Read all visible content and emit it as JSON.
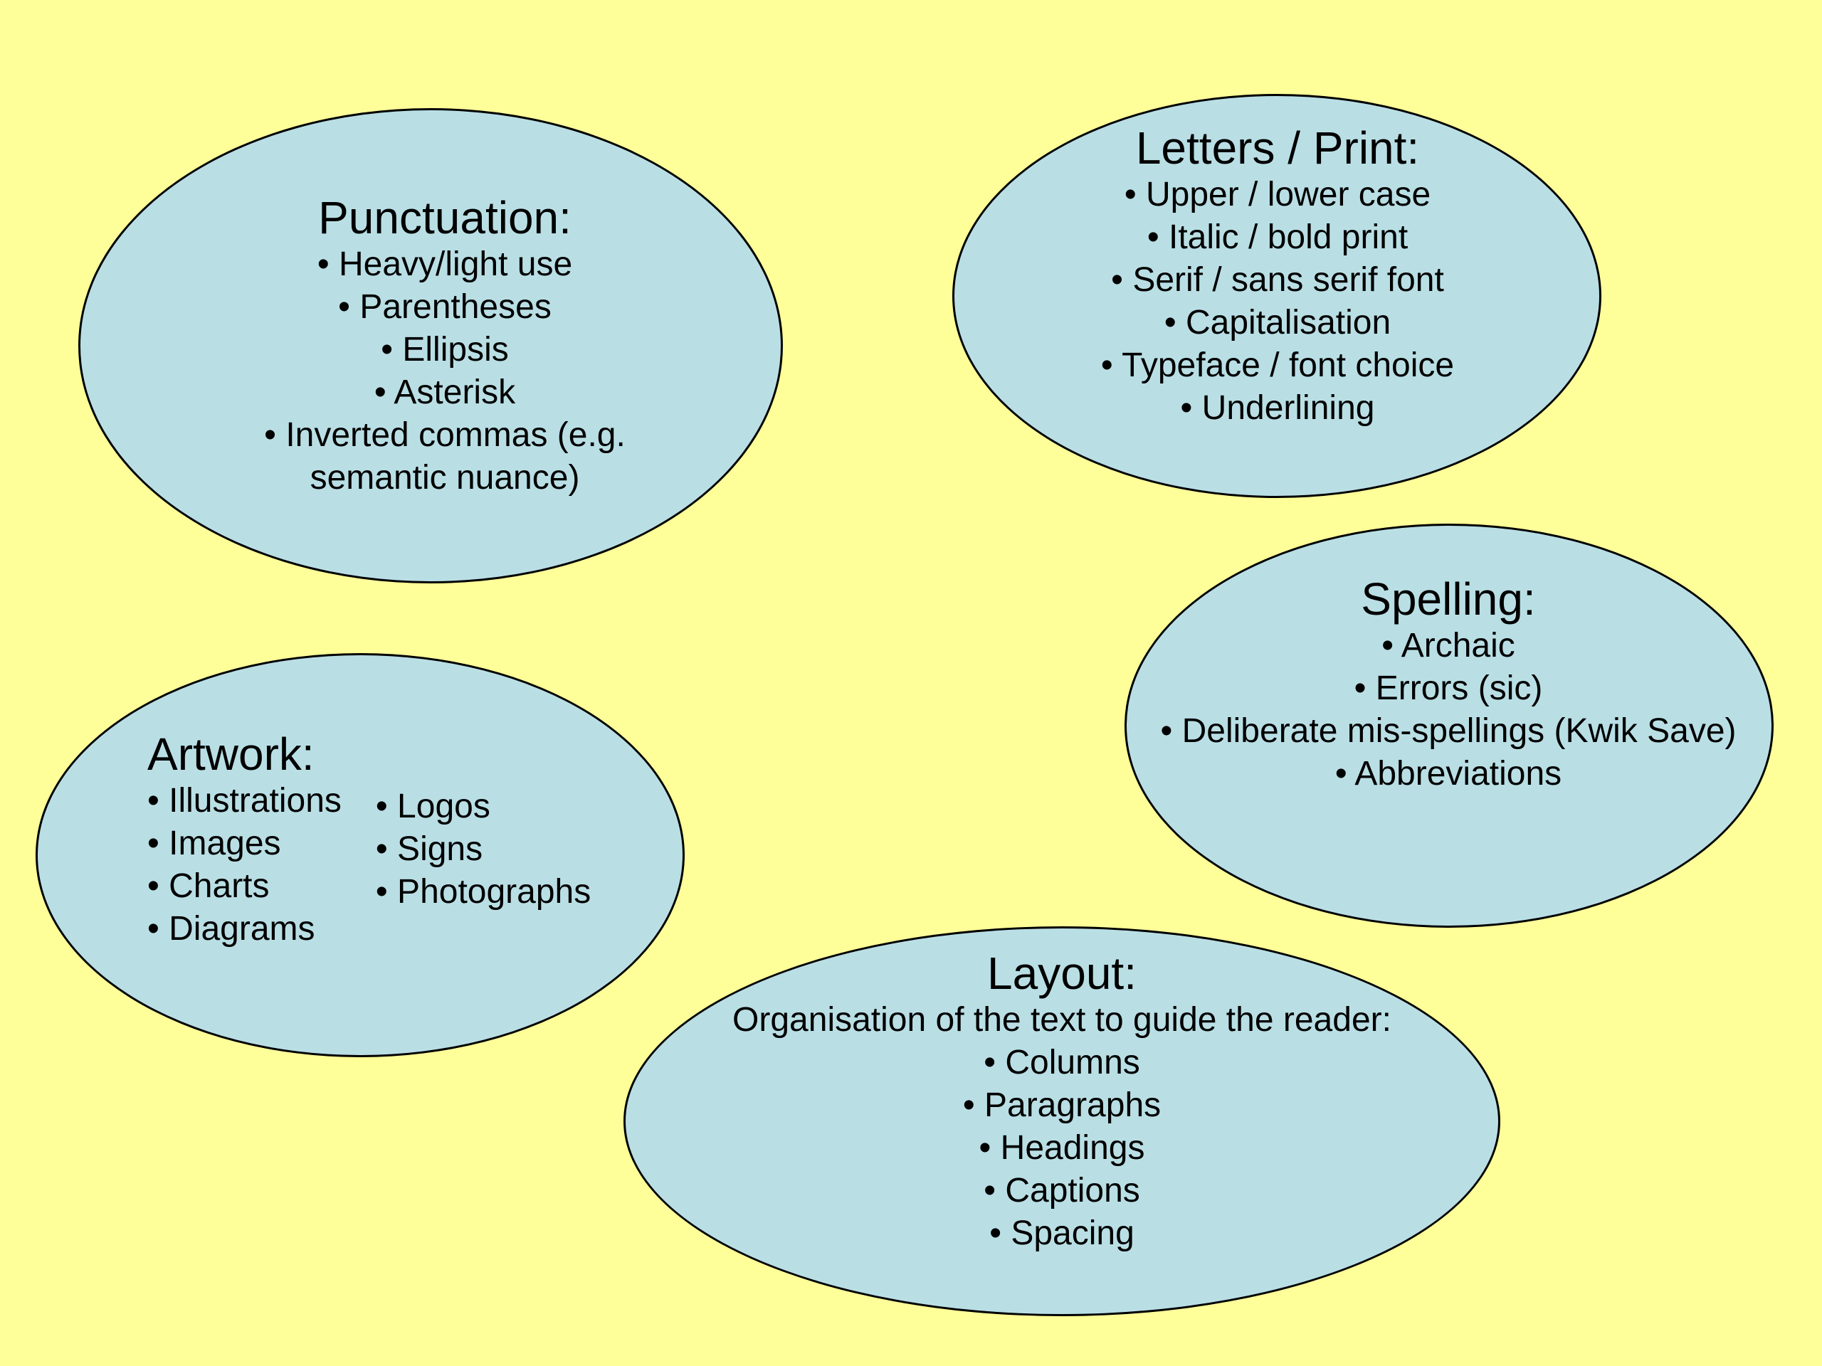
{
  "punctuation": {
    "heading": "Punctuation:",
    "items": [
      "• Heavy/light use",
      "• Parentheses",
      "• Ellipsis",
      "• Asterisk",
      "• Inverted commas (e.g.",
      "semantic nuance)"
    ]
  },
  "letters": {
    "heading": "Letters / Print:",
    "items": [
      "• Upper / lower case",
      "• Italic / bold print",
      "• Serif / sans serif font",
      "• Capitalisation",
      "• Typeface / font choice",
      "• Underlining"
    ]
  },
  "spelling": {
    "heading": "Spelling:",
    "items": [
      "• Archaic",
      "• Errors (sic)",
      "• Deliberate mis-spellings (Kwik Save)",
      "• Abbreviations"
    ]
  },
  "artwork": {
    "heading": "Artwork:",
    "column1": [
      "• Illustrations",
      "• Images",
      "• Charts",
      "• Diagrams"
    ],
    "column2": [
      "•  Logos",
      "•  Signs",
      "•  Photographs"
    ]
  },
  "layout": {
    "heading": "Layout:",
    "intro": "Organisation of the text to guide the reader:",
    "items": [
      "• Columns",
      "• Paragraphs",
      "• Headings",
      "• Captions",
      "• Spacing"
    ]
  }
}
